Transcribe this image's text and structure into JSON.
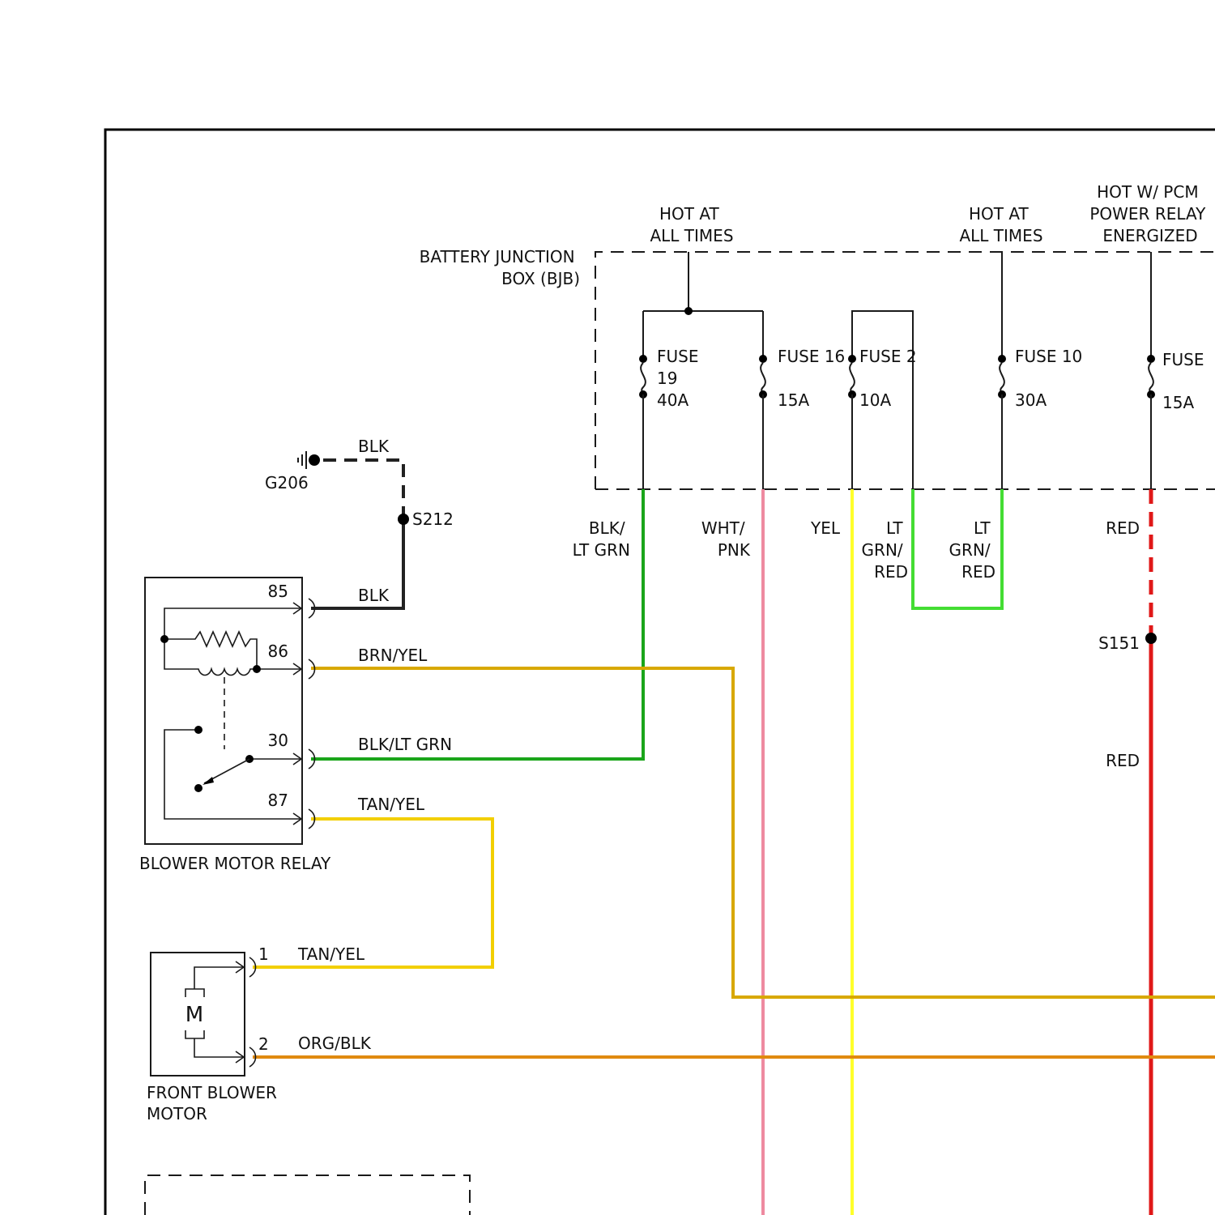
{
  "header": {
    "hot_1": [
      "HOT AT",
      "ALL TIMES"
    ],
    "hot_2": [
      "HOT AT",
      "ALL TIMES"
    ],
    "hot_3": [
      "HOT W/ PCM",
      "POWER RELAY",
      "ENERGIZED"
    ]
  },
  "bjb": {
    "label": [
      "BATTERY JUNCTION",
      "BOX (BJB)"
    ]
  },
  "fuses": [
    {
      "lines": [
        "FUSE",
        "19",
        "40A"
      ]
    },
    {
      "lines": [
        "FUSE 16",
        "15A"
      ]
    },
    {
      "lines": [
        "FUSE 2",
        "10A"
      ]
    },
    {
      "lines": [
        "FUSE 10",
        "30A"
      ]
    },
    {
      "lines": [
        "FUSE",
        "15A"
      ]
    }
  ],
  "wires": {
    "blk_ltgrn_v": [
      "BLK/",
      "LT GRN"
    ],
    "wht_pnk": [
      "WHT/",
      "PNK"
    ],
    "yel": "YEL",
    "ltgrn_red_1": [
      "LT",
      "GRN/",
      "RED"
    ],
    "ltgrn_red_2": [
      "LT",
      "GRN/",
      "RED"
    ],
    "red_1": "RED",
    "red_2": "RED",
    "blk_top": "BLK",
    "blk_85": "BLK",
    "brn_yel": "BRN/YEL",
    "blk_ltgrn_h": "BLK/LT GRN",
    "tan_yel_relay": "TAN/YEL",
    "tan_yel_motor": "TAN/YEL",
    "org_blk": "ORG/BLK"
  },
  "ground": {
    "label": "G206"
  },
  "splices": {
    "s212": "S212",
    "s151": "S151"
  },
  "relay": {
    "name": "BLOWER MOTOR RELAY",
    "pins": [
      "85",
      "86",
      "30",
      "87"
    ]
  },
  "motor": {
    "name": [
      "FRONT BLOWER",
      "MOTOR"
    ],
    "symbol": "M",
    "pins": [
      "1",
      "2"
    ]
  },
  "colors": {
    "blk_ltgrn": "#1aa51a",
    "wht_pnk": "#ee8aa0",
    "yel": "#ffff2a",
    "ltgrn_red": "#44dd33",
    "red": "#e01818",
    "brn_yel": "#d8a800",
    "tan_yel": "#f2cf00",
    "org_blk": "#e08a10",
    "blk": "#222222"
  }
}
